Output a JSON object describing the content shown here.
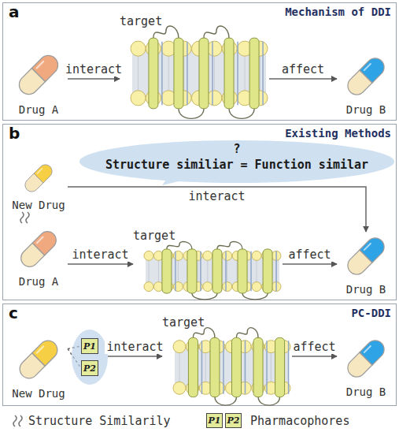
{
  "diagram": {
    "nodes": [
      {
        "text": [
          "a",
          "Mechanism of DDI"
        ]
      },
      {
        "text": [
          "Drug A"
        ],
        "in": 0
      },
      {
        "text": [
          "target"
        ],
        "in": 0
      },
      {
        "text": [
          "Drug B"
        ],
        "in": 0
      },
      {
        "text": [
          "b",
          "Existing Methods"
        ]
      },
      {
        "text": [
          "?",
          "Structure similiar = Function similar"
        ],
        "in": 4
      },
      {
        "text": [
          "New Drug"
        ],
        "in": 4
      },
      {
        "text": [
          "Drug A"
        ],
        "in": 4
      },
      {
        "text": [
          "target"
        ],
        "in": 4
      },
      {
        "text": [
          "Drug B"
        ],
        "in": 4
      },
      {
        "text": [
          "c",
          "PC-DDI"
        ]
      },
      {
        "text": [
          "New Drug"
        ],
        "in": 10
      },
      {
        "in": 10
      },
      {
        "text": [
          "P1"
        ],
        "in": 12
      },
      {
        "text": [
          "P2"
        ],
        "in": 12
      },
      {
        "text": [
          "target"
        ],
        "in": 10
      },
      {
        "text": [
          "Drug B"
        ],
        "in": 10
      }
    ],
    "edges": [
      {
        "from": 1,
        "to": 2,
        "arrow": "to",
        "label": "interact"
      },
      {
        "from": 2,
        "to": 3,
        "arrow": "to",
        "label": "affect"
      },
      {
        "from": 6,
        "to": 9,
        "arrow": "to",
        "label": "interact"
      },
      {
        "from": 7,
        "to": 8,
        "arrow": "to",
        "label": "interact"
      },
      {
        "from": 8,
        "to": 9,
        "arrow": "to",
        "label": "affect"
      },
      {
        "from": 11,
        "to": 13,
        "arrow": "none"
      },
      {
        "from": 11,
        "to": 14,
        "arrow": "none"
      },
      {
        "from": 12,
        "to": 15,
        "arrow": "to",
        "label": "interact"
      },
      {
        "from": 15,
        "to": 16,
        "arrow": "to",
        "label": "affect"
      }
    ],
    "labels": [
      "P1",
      "P2"
    ],
    "legend": [
      {
        "text": "Structure Similarily"
      },
      {
        "text": "Pharmacophores"
      }
    ]
  }
}
